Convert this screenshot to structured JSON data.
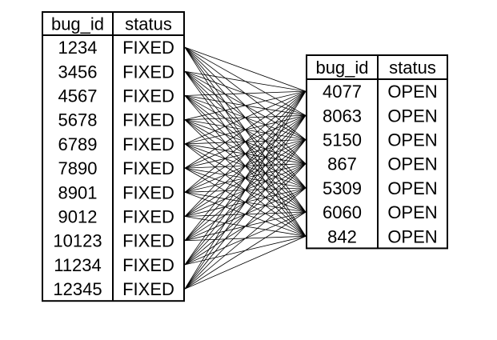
{
  "left_table": {
    "headers": [
      "bug_id",
      "status"
    ],
    "rows": [
      [
        "1234",
        "FIXED"
      ],
      [
        "3456",
        "FIXED"
      ],
      [
        "4567",
        "FIXED"
      ],
      [
        "5678",
        "FIXED"
      ],
      [
        "6789",
        "FIXED"
      ],
      [
        "7890",
        "FIXED"
      ],
      [
        "8901",
        "FIXED"
      ],
      [
        "9012",
        "FIXED"
      ],
      [
        "10123",
        "FIXED"
      ],
      [
        "11234",
        "FIXED"
      ],
      [
        "12345",
        "FIXED"
      ]
    ]
  },
  "right_table": {
    "headers": [
      "bug_id",
      "status"
    ],
    "rows": [
      [
        "4077",
        "OPEN"
      ],
      [
        "8063",
        "OPEN"
      ],
      [
        "5150",
        "OPEN"
      ],
      [
        "867",
        "OPEN"
      ],
      [
        "5309",
        "OPEN"
      ],
      [
        "6060",
        "OPEN"
      ],
      [
        "842",
        "OPEN"
      ]
    ]
  },
  "connections": "all-to-all",
  "colors": {
    "line": "#000000",
    "background": "#ffffff"
  }
}
